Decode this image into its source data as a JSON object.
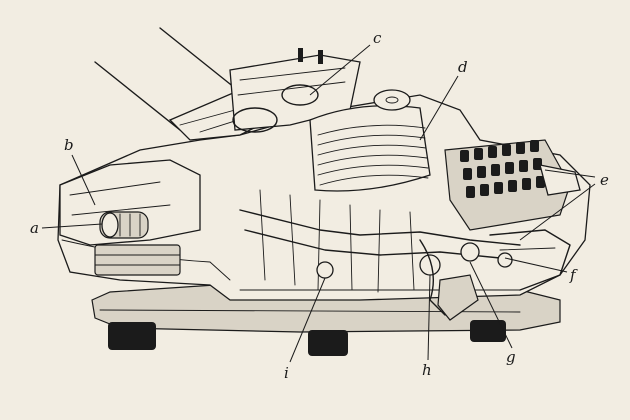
{
  "figure": {
    "subject": "typewriter mechanism cutaway",
    "ink_color": "#1b1b1b",
    "paper_color": "#f2ede2"
  },
  "labels": [
    {
      "id": "a",
      "text": "a"
    },
    {
      "id": "b",
      "text": "b"
    },
    {
      "id": "c",
      "text": "c"
    },
    {
      "id": "d",
      "text": "d"
    },
    {
      "id": "e",
      "text": "e"
    },
    {
      "id": "f",
      "text": "f"
    },
    {
      "id": "g",
      "text": "g"
    },
    {
      "id": "h",
      "text": "h"
    },
    {
      "id": "i",
      "text": "i"
    }
  ]
}
